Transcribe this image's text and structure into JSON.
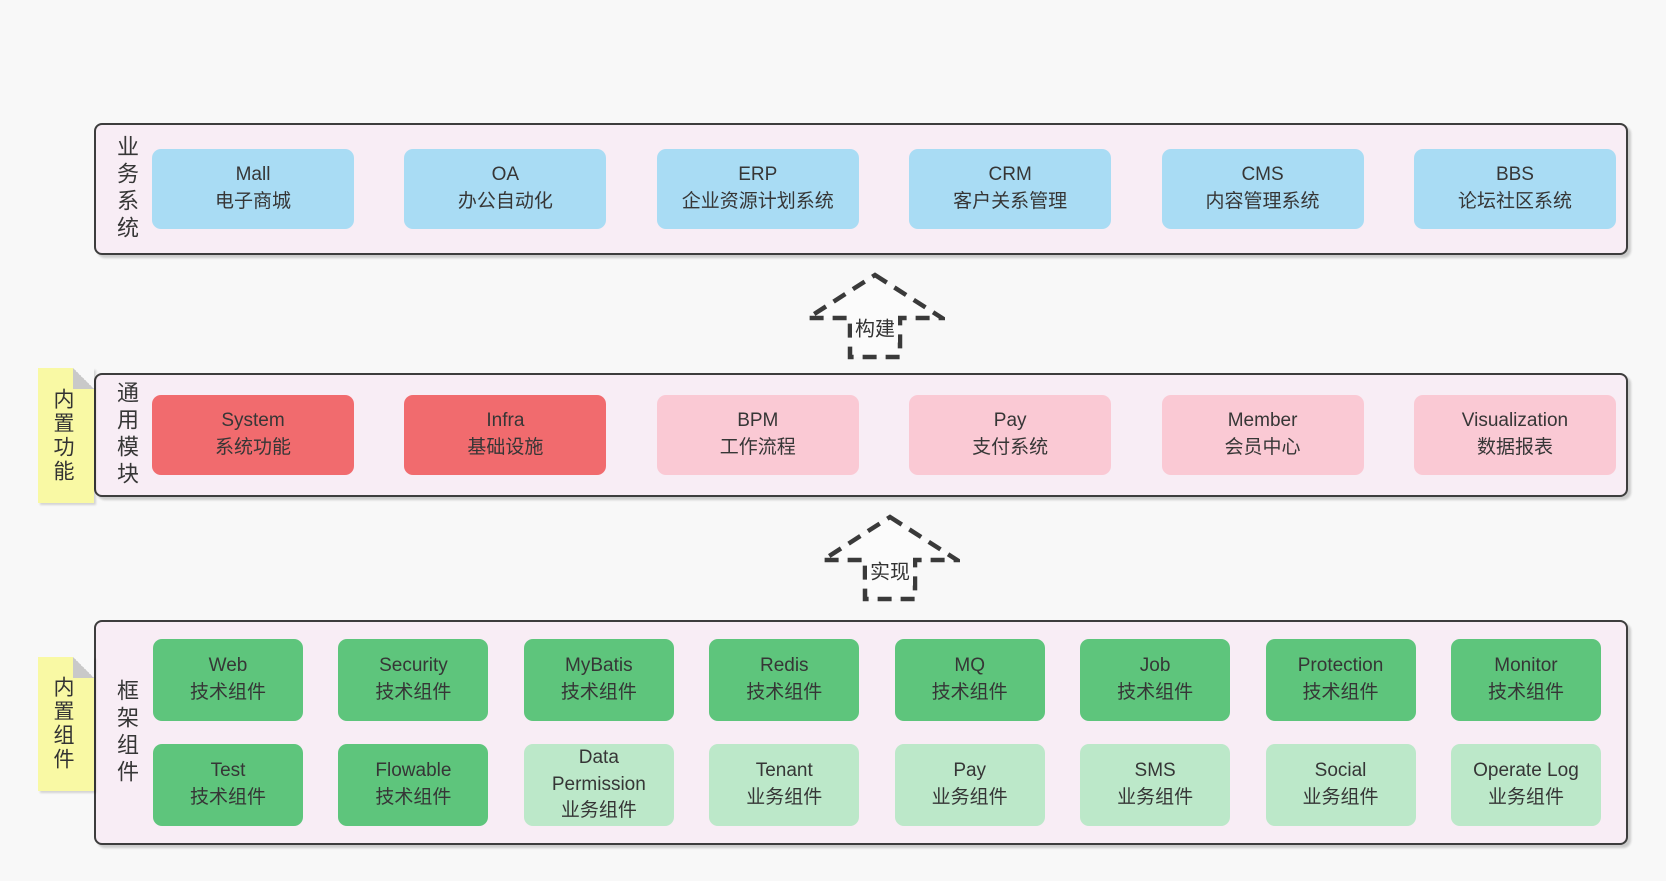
{
  "colors": {
    "page_bg": "#f8f8f8",
    "band_bg": "#f8edf5",
    "band_border": "#3d3d3d",
    "blue": "#a9dcf4",
    "red": "#f16b6e",
    "pink": "#fac9d4",
    "green": "#5ec57c",
    "green_light": "#bce8c9",
    "yellow": "#f9f9a4",
    "fold": "#c9c9c9",
    "text": "#363636",
    "arrow": "#3a3a3a",
    "arrow_fill": "#fbfbfb"
  },
  "bands": [
    {
      "label": "业务系统",
      "boxes": [
        {
          "title": "Mall",
          "subtitle": "电子商城",
          "variant": "blue"
        },
        {
          "title": "OA",
          "subtitle": "办公自动化",
          "variant": "blue"
        },
        {
          "title": "ERP",
          "subtitle": "企业资源计划系统",
          "variant": "blue"
        },
        {
          "title": "CRM",
          "subtitle": "客户关系管理",
          "variant": "blue"
        },
        {
          "title": "CMS",
          "subtitle": "内容管理系统",
          "variant": "blue"
        },
        {
          "title": "BBS",
          "subtitle": "论坛社区系统",
          "variant": "blue"
        }
      ]
    },
    {
      "label": "通用模块",
      "sticky": "内置功能",
      "boxes": [
        {
          "title": "System",
          "subtitle": "系统功能",
          "variant": "red"
        },
        {
          "title": "Infra",
          "subtitle": "基础设施",
          "variant": "red"
        },
        {
          "title": "BPM",
          "subtitle": "工作流程",
          "variant": "pink"
        },
        {
          "title": "Pay",
          "subtitle": "支付系统",
          "variant": "pink"
        },
        {
          "title": "Member",
          "subtitle": "会员中心",
          "variant": "pink"
        },
        {
          "title": "Visualization",
          "subtitle": "数据报表",
          "variant": "pink"
        }
      ]
    },
    {
      "label": "框架组件",
      "sticky": "内置组件",
      "rows": [
        [
          {
            "title": "Web",
            "subtitle": "技术组件",
            "variant": "green"
          },
          {
            "title": "Security",
            "subtitle": "技术组件",
            "variant": "green"
          },
          {
            "title": "MyBatis",
            "subtitle": "技术组件",
            "variant": "green"
          },
          {
            "title": "Redis",
            "subtitle": "技术组件",
            "variant": "green"
          },
          {
            "title": "MQ",
            "subtitle": "技术组件",
            "variant": "green"
          },
          {
            "title": "Job",
            "subtitle": "技术组件",
            "variant": "green"
          },
          {
            "title": "Protection",
            "subtitle": "技术组件",
            "variant": "green"
          },
          {
            "title": "Monitor",
            "subtitle": "技术组件",
            "variant": "green"
          }
        ],
        [
          {
            "title": "Test",
            "subtitle": "技术组件",
            "variant": "green"
          },
          {
            "title": "Flowable",
            "subtitle": "技术组件",
            "variant": "green"
          },
          {
            "title": "Data Permission",
            "subtitle": "业务组件",
            "variant": "green-light"
          },
          {
            "title": "Tenant",
            "subtitle": "业务组件",
            "variant": "green-light"
          },
          {
            "title": "Pay",
            "subtitle": "业务组件",
            "variant": "green-light"
          },
          {
            "title": "SMS",
            "subtitle": "业务组件",
            "variant": "green-light"
          },
          {
            "title": "Social",
            "subtitle": "业务组件",
            "variant": "green-light"
          },
          {
            "title": "Operate Log",
            "subtitle": "业务组件",
            "variant": "green-light"
          }
        ]
      ]
    }
  ],
  "arrows": [
    {
      "label": "构建"
    },
    {
      "label": "实现"
    }
  ]
}
